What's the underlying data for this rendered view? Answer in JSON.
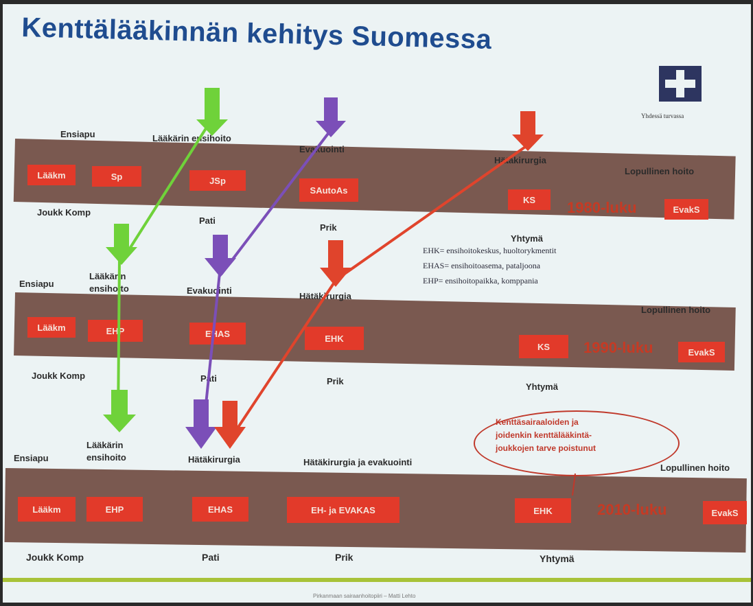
{
  "title": "Kenttälääkinnän kehitys Suomessa",
  "logo": {
    "text": "Yhdessä turvassa"
  },
  "colors": {
    "red_box": "#e23a2a",
    "band": "#7a5950",
    "green": "#6fd23a",
    "purple": "#7b4fb8",
    "red_arrow": "#e0442c",
    "title": "#1f4c8f"
  },
  "rows": [
    {
      "era": "1980-luku",
      "stages": {
        "a": "Ensiapu",
        "b": "Lääkärin ensihoito",
        "c": "Evakuointi",
        "d": "Hätäkirurgia",
        "e": "Lopullinen hoito"
      },
      "boxes": {
        "a1": "Lääkm",
        "a2": "Sp",
        "b": "JSp",
        "c": "SAutoAs",
        "d": "KS",
        "e": "EvakS"
      },
      "levels": {
        "a": "Joukk Komp",
        "b": "Pati",
        "c": "Prik",
        "d": "Yhtymä"
      }
    },
    {
      "era": "1990-luku",
      "stages": {
        "a": "Ensiapu",
        "b": "Lääkärin ensihoito",
        "c": "Evakuointi",
        "d": "Hätäkirurgia",
        "e": "Lopullinen hoito"
      },
      "boxes": {
        "a1": "Lääkm",
        "a2": "EHP",
        "b": "EHAS",
        "c": "EHK",
        "d": "KS",
        "e": "EvakS"
      },
      "levels": {
        "a": "Joukk Komp",
        "b": "Pati",
        "c": "Prik",
        "d": "Yhtymä"
      }
    },
    {
      "era": "2010-luku",
      "stages": {
        "a": "Ensiapu",
        "b": "Lääkärin ensihoito",
        "c": "Hätäkirurgia",
        "d": "Hätäkirurgia ja evakuointi",
        "e": "Lopullinen hoito"
      },
      "boxes": {
        "a1": "Lääkm",
        "a2": "EHP",
        "b": "EHAS",
        "c": "EH- ja EVAKAS",
        "d": "EHK",
        "e": "EvakS"
      },
      "levels": {
        "a": "Joukk Komp",
        "b": "Pati",
        "c": "Prik",
        "d": "Yhtymä"
      }
    }
  ],
  "legend": [
    "EHK= ensihoitokeskus, huoltorykmentit",
    "EHAS= ensihoitoasema, pataljoona",
    "EHP= ensihoitopaikka, komppania"
  ],
  "note": {
    "lines": [
      "Kenttäsairaaloiden ja",
      "joidenkin kenttälääkintä-",
      "joukkojen tarve poistunut"
    ]
  },
  "footer": "Pirkanmaan sairaanhoitopiiri – Matti Lehto"
}
